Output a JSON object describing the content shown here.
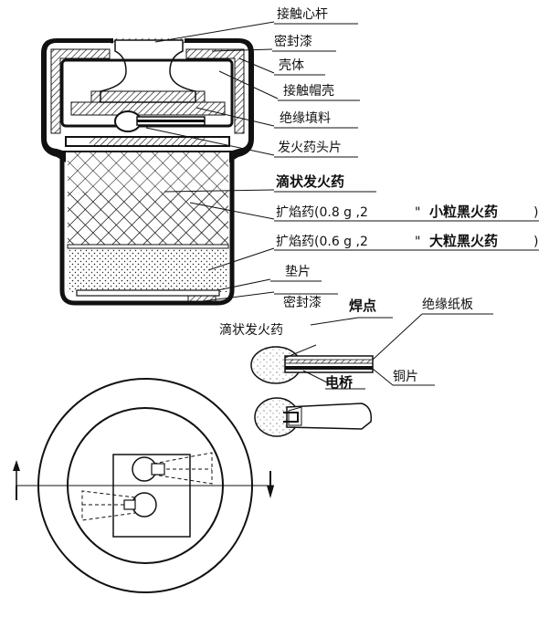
{
  "labels": {
    "contact_rod": "接触心杆",
    "sealing_lacquer_top": "密封漆",
    "shell": "壳体",
    "contact_cap": "接触帽壳",
    "insulation_filler": "绝缘填料",
    "ignition_head": "发火药头片",
    "drop_igniter": "滴状发火药",
    "booster_fine_prefix": "扩焰药(0.8 g ,2",
    "booster_fine_bold": "小粒黑火药",
    "booster_coarse_prefix": "扩焰药(0.6 g ,2",
    "booster_coarse_bold": "大粒黑火药",
    "gasket": "垫片",
    "sealing_lacquer_bottom": "密封漆",
    "drop_igniter_detail": "滴状发火药",
    "solder_point": "焊点",
    "insulating_paperboard": "绝缘纸板",
    "bridge_wire": "电桥",
    "copper_sheet": "铜片",
    "grade_mark": "\"",
    "paren_close": ")"
  },
  "colors": {
    "ink": "#111111",
    "paper": "#ffffff"
  }
}
